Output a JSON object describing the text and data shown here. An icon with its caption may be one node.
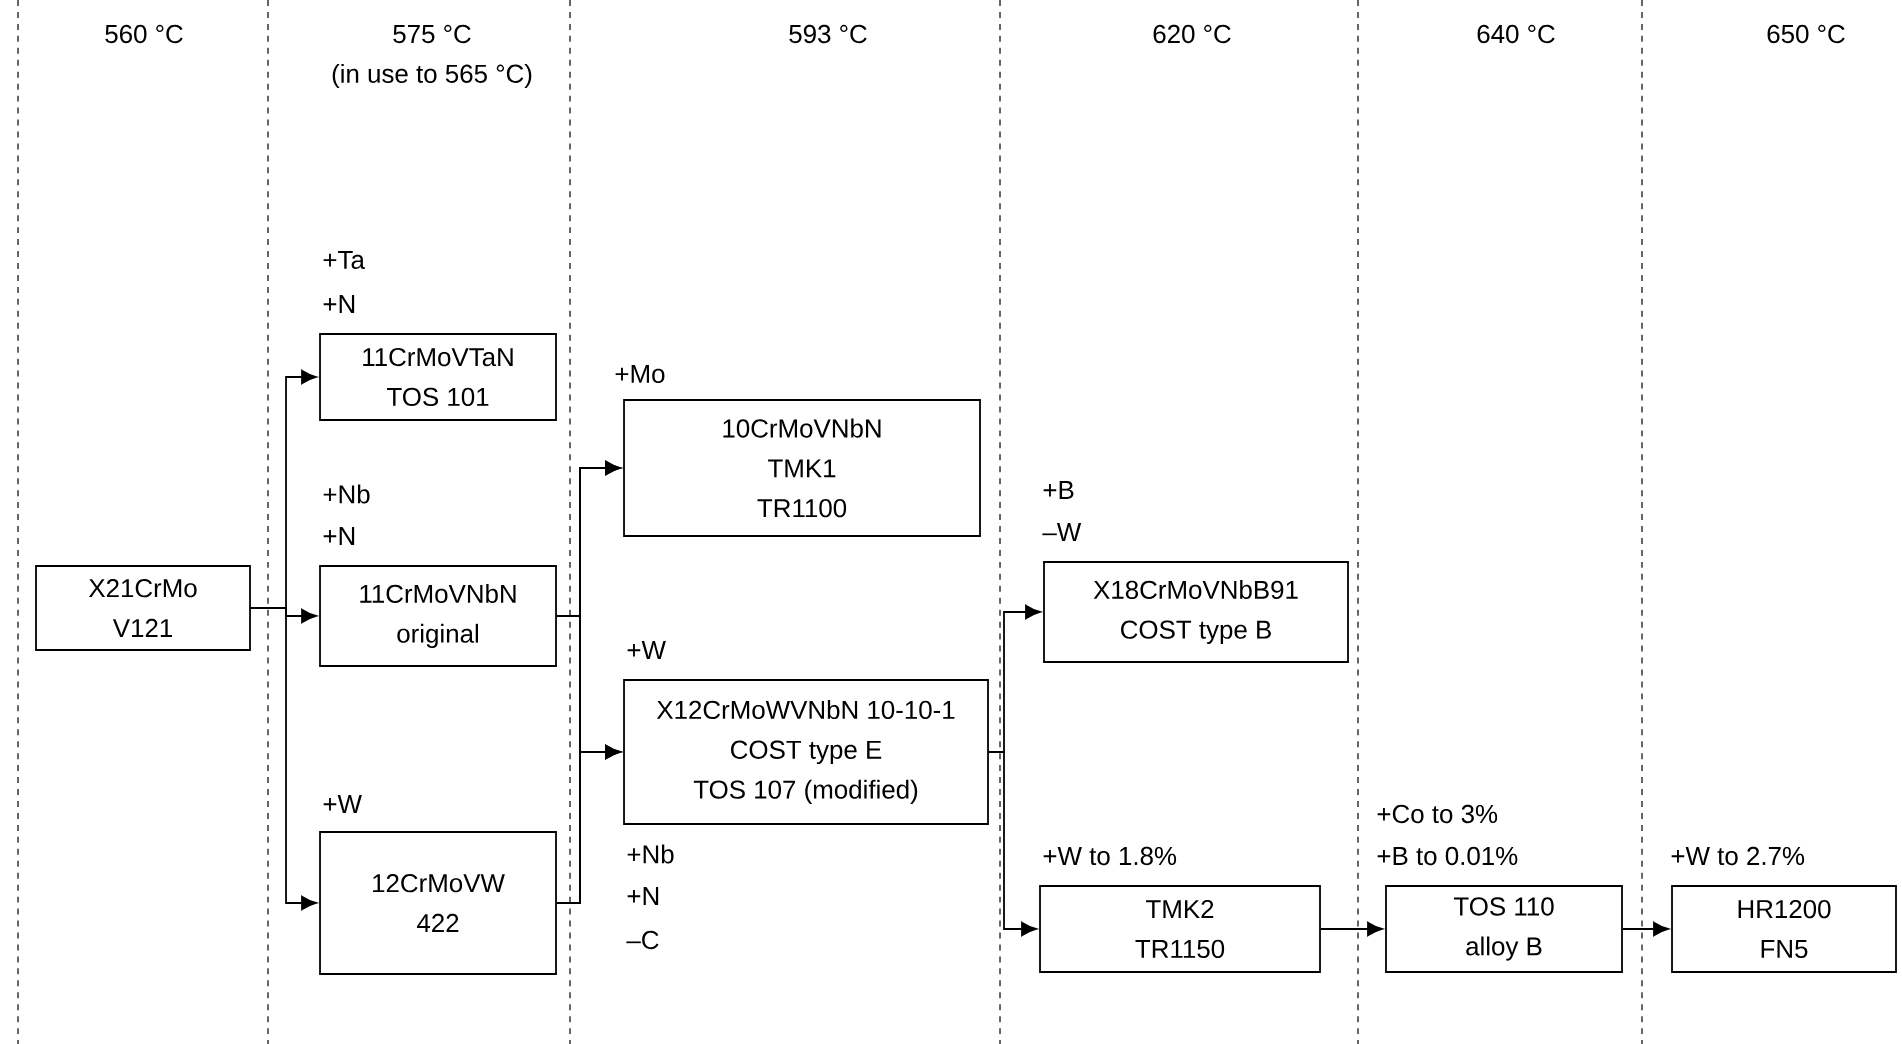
{
  "diagram": {
    "nodes": [
      {
        "text": [
          "X21CrMo",
          "V121"
        ]
      },
      {
        "text": [
          "11CrMoVTaN",
          "TOS 101"
        ]
      },
      {
        "text": [
          "11CrMoVNbN",
          "original"
        ]
      },
      {
        "text": [
          "12CrMoVW",
          "422"
        ]
      },
      {
        "text": [
          "10CrMoVNbN",
          "TMK1",
          "TR1100"
        ]
      },
      {
        "text": [
          "X12CrMoWVNbN 10-10-1",
          "COST type E",
          "TOS 107 (modified)"
        ]
      },
      {
        "text": [
          "X18CrMoVNbB91",
          "COST type B"
        ]
      },
      {
        "text": [
          "TMK2",
          "TR1150"
        ]
      },
      {
        "text": [
          "TOS 110",
          "alloy B"
        ]
      },
      {
        "text": [
          "HR1200",
          "FN5"
        ]
      }
    ],
    "edges": [
      {
        "from": 0,
        "to": 1,
        "arrow": "to"
      },
      {
        "from": 0,
        "to": 2,
        "arrow": "to"
      },
      {
        "from": 0,
        "to": 3,
        "arrow": "to"
      },
      {
        "from": 2,
        "to": 4,
        "arrow": "to"
      },
      {
        "from": 2,
        "to": 5,
        "arrow": "to"
      },
      {
        "from": 3,
        "to": 4,
        "arrow": "to"
      },
      {
        "from": 3,
        "to": 5,
        "arrow": "to"
      },
      {
        "from": 5,
        "to": 6,
        "arrow": "to"
      },
      {
        "from": 5,
        "to": 7,
        "arrow": "to"
      },
      {
        "from": 7,
        "to": 8,
        "arrow": "to"
      },
      {
        "from": 8,
        "to": 9,
        "arrow": "to"
      }
    ],
    "labels": [
      "560 °C",
      "575 °C",
      "(in use to 565 °C)",
      "593 °C",
      "620 °C",
      "640 °C",
      "650 °C",
      "+Ta",
      "+N",
      "+Mo",
      "+Nb",
      "+N",
      "+B",
      "–W",
      "+W",
      "+W",
      "+Nb",
      "+N",
      "–C",
      "+Co to 3%",
      "+W to 1.8%",
      "+B to 0.01%",
      "+W to 2.7%"
    ]
  }
}
